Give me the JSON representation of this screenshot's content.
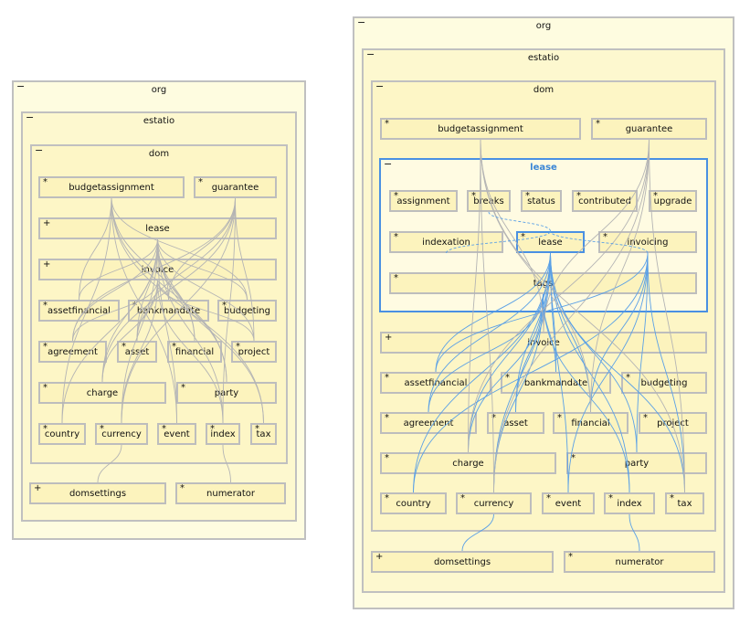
{
  "left": {
    "org": {
      "toggle": "−",
      "title": "org"
    },
    "estatio": {
      "toggle": "−",
      "title": "estatio"
    },
    "dom": {
      "toggle": "−",
      "title": "dom"
    },
    "boxes": {
      "budgetassignment": {
        "mark": "*",
        "label": "budgetassignment"
      },
      "guarantee": {
        "mark": "*",
        "label": "guarantee"
      },
      "lease": {
        "mark": "+",
        "label": "lease"
      },
      "invoice": {
        "mark": "+",
        "label": "invoice"
      },
      "assetfinancial": {
        "mark": "*",
        "label": "assetfinancial"
      },
      "bankmandate": {
        "mark": "*",
        "label": "bankmandate"
      },
      "budgeting": {
        "mark": "*",
        "label": "budgeting"
      },
      "agreement": {
        "mark": "*",
        "label": "agreement"
      },
      "asset": {
        "mark": "*",
        "label": "asset"
      },
      "financial": {
        "mark": "*",
        "label": "financial"
      },
      "project": {
        "mark": "*",
        "label": "project"
      },
      "charge": {
        "mark": "*",
        "label": "charge"
      },
      "party": {
        "mark": "*",
        "label": "party"
      },
      "country": {
        "mark": "*",
        "label": "country"
      },
      "currency": {
        "mark": "*",
        "label": "currency"
      },
      "event": {
        "mark": "*",
        "label": "event"
      },
      "index": {
        "mark": "*",
        "label": "index"
      },
      "tax": {
        "mark": "*",
        "label": "tax"
      },
      "domsettings": {
        "mark": "+",
        "label": "domsettings"
      },
      "numerator": {
        "mark": "*",
        "label": "numerator"
      }
    }
  },
  "right": {
    "org": {
      "toggle": "−",
      "title": "org"
    },
    "estatio": {
      "toggle": "−",
      "title": "estatio"
    },
    "dom": {
      "toggle": "−",
      "title": "dom"
    },
    "lease_pkg": {
      "toggle": "−",
      "title": "lease"
    },
    "boxes": {
      "budgetassignment": {
        "mark": "*",
        "label": "budgetassignment"
      },
      "guarantee": {
        "mark": "*",
        "label": "guarantee"
      },
      "assignment": {
        "mark": "*",
        "label": "assignment"
      },
      "breaks": {
        "mark": "*",
        "label": "breaks"
      },
      "status": {
        "mark": "*",
        "label": "status"
      },
      "contributed": {
        "mark": "*",
        "label": "contributed"
      },
      "upgrade": {
        "mark": "*",
        "label": "upgrade"
      },
      "indexation": {
        "mark": "*",
        "label": "indexation"
      },
      "lease": {
        "mark": "*",
        "label": "lease"
      },
      "invoicing": {
        "mark": "*",
        "label": "invoicing"
      },
      "tags": {
        "mark": "*",
        "label": "tags"
      },
      "invoice": {
        "mark": "+",
        "label": "invoice"
      },
      "assetfinancial": {
        "mark": "*",
        "label": "assetfinancial"
      },
      "bankmandate": {
        "mark": "*",
        "label": "bankmandate"
      },
      "budgeting": {
        "mark": "*",
        "label": "budgeting"
      },
      "agreement": {
        "mark": "*",
        "label": "agreement"
      },
      "asset": {
        "mark": "*",
        "label": "asset"
      },
      "financial": {
        "mark": "*",
        "label": "financial"
      },
      "project": {
        "mark": "*",
        "label": "project"
      },
      "charge": {
        "mark": "*",
        "label": "charge"
      },
      "party": {
        "mark": "*",
        "label": "party"
      },
      "country": {
        "mark": "*",
        "label": "country"
      },
      "currency": {
        "mark": "*",
        "label": "currency"
      },
      "event": {
        "mark": "*",
        "label": "event"
      },
      "index": {
        "mark": "*",
        "label": "index"
      },
      "tax": {
        "mark": "*",
        "label": "tax"
      },
      "domsettings": {
        "mark": "+",
        "label": "domsettings"
      },
      "numerator": {
        "mark": "*",
        "label": "numerator"
      }
    }
  },
  "colors": {
    "edge_gray": "#b4b4b4",
    "edge_blue": "#5aa0e6",
    "highlight": "#4a90e2"
  }
}
